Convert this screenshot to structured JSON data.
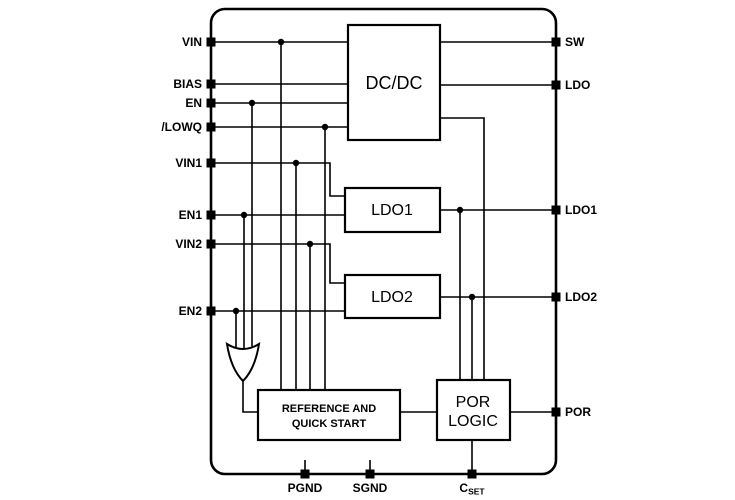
{
  "colors": {
    "line": "#000000",
    "background": "#ffffff"
  },
  "blocks": {
    "dcdc": {
      "label": "DC/DC"
    },
    "ldo1": {
      "label": "LDO1"
    },
    "ldo2": {
      "label": "LDO2"
    },
    "reference": {
      "line1": "REFERENCE AND",
      "line2": "QUICK START"
    },
    "por": {
      "line1": "POR",
      "line2": "LOGIC"
    }
  },
  "pins": {
    "left": [
      {
        "label": "VIN"
      },
      {
        "label": "BIAS"
      },
      {
        "label": "EN"
      },
      {
        "label": "/LOWQ"
      },
      {
        "label": "VIN1"
      },
      {
        "label": "EN1"
      },
      {
        "label": "VIN2"
      },
      {
        "label": "EN2"
      }
    ],
    "right": [
      {
        "label": "SW"
      },
      {
        "label": "LDO"
      },
      {
        "label": "LDO1"
      },
      {
        "label": "LDO2"
      },
      {
        "label": "POR"
      }
    ],
    "bottom": [
      {
        "label": "PGND"
      },
      {
        "label": "SGND"
      },
      {
        "label": "C",
        "sub": "SET"
      }
    ]
  }
}
